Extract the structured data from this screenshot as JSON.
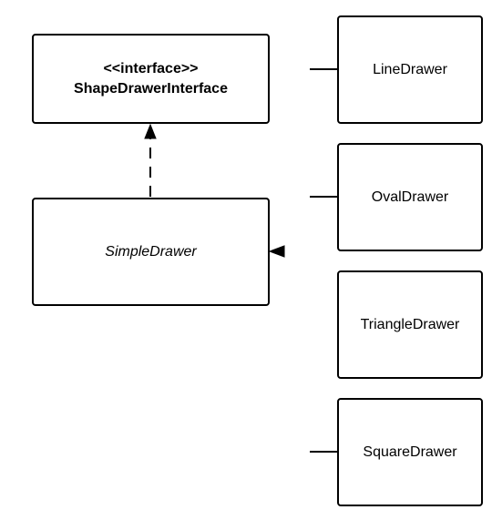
{
  "interface": {
    "stereotype": "<<interface>>",
    "name": "ShapeDrawerInterface"
  },
  "abstract_class": {
    "name": "SimpleDrawer"
  },
  "subclasses": [
    {
      "name": "LineDrawer"
    },
    {
      "name": "OvalDrawer"
    },
    {
      "name": "TriangleDrawer"
    },
    {
      "name": "SquareDrawer"
    }
  ],
  "colors": {
    "stroke": "#000000",
    "background": "#ffffff"
  }
}
